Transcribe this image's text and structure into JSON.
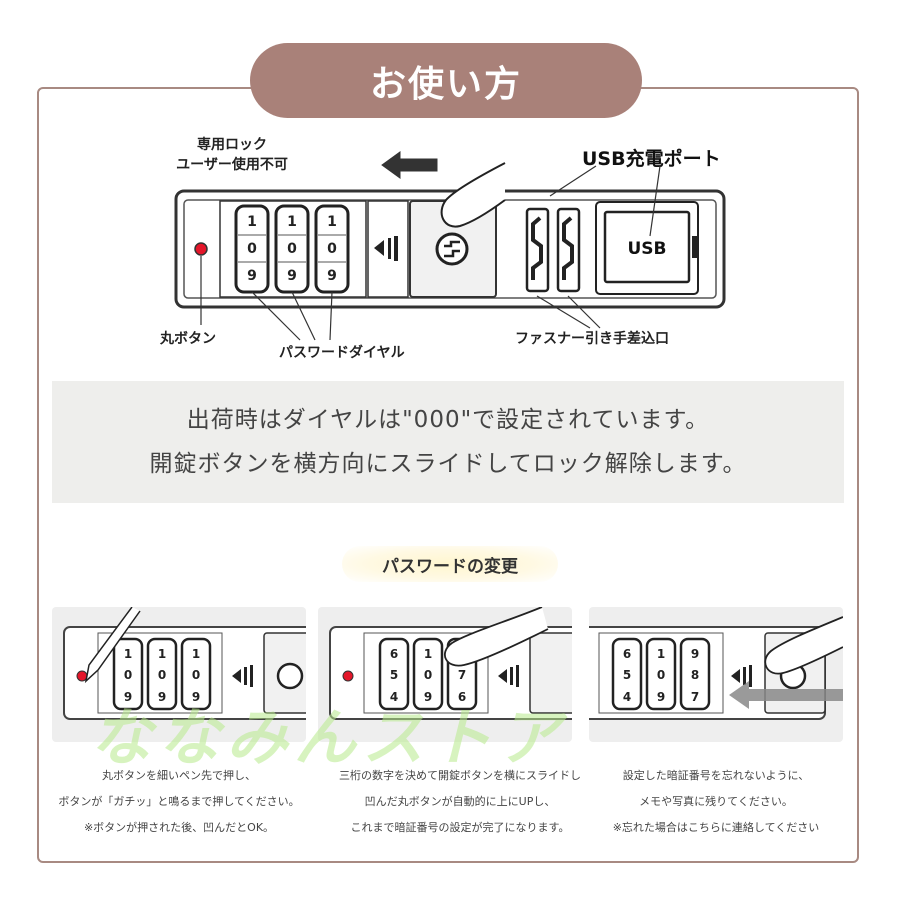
{
  "header": {
    "title": "お使い方"
  },
  "diagram": {
    "label_lock_line1": "専用ロック",
    "label_lock_line2": "ユーザー使用不可",
    "label_usb_port": "USB充電ポート",
    "label_round_button": "丸ボタン",
    "label_dials": "パスワードダイヤル",
    "label_zipper": "ファスナー引き手差込口",
    "usb_text": "USB",
    "dial_digits": [
      [
        "1",
        "0",
        "9"
      ],
      [
        "1",
        "0",
        "9"
      ],
      [
        "1",
        "0",
        "9"
      ]
    ]
  },
  "info": {
    "line1": "出荷時はダイヤルは\"000\"で設定されています。",
    "line2": "開錠ボタンを横方向にスライドしてロック解除します。"
  },
  "section": {
    "heading": "パスワードの変更"
  },
  "steps": [
    {
      "digits": [
        [
          "1",
          "0",
          "9"
        ],
        [
          "1",
          "0",
          "9"
        ],
        [
          "1",
          "0",
          "9"
        ]
      ],
      "line1": "丸ボタンを細いペン先で押し、",
      "line2": "ボタンが「ガチッ」と鳴るまで押してください。",
      "line3": "※ボタンが押された後、凹んだとOK。"
    },
    {
      "digits": [
        [
          "6",
          "5",
          "4"
        ],
        [
          "1",
          "0",
          "9"
        ],
        [
          "8",
          "7",
          "6"
        ]
      ],
      "line1": "三桁の数字を決めて開錠ボタンを横にスライドし",
      "line2": "凹んだ丸ボタンが自動的に上にUPし、",
      "line3": "これまで暗証番号の設定が完了になります。"
    },
    {
      "digits": [
        [
          "6",
          "5",
          "4"
        ],
        [
          "1",
          "0",
          "9"
        ],
        [
          "9",
          "8",
          "7"
        ]
      ],
      "line1": "設定した暗証番号を忘れないように、",
      "line2": "メモや写真に残りてください。",
      "line3": "※忘れた場合はこちらに連絡してください"
    }
  ],
  "watermark": {
    "text": "ななみんストア"
  },
  "colors": {
    "title_bg": "#a98179",
    "frame_border": "#a88a82",
    "info_bg": "#eeeeec",
    "button_red": "#e4162a",
    "watermark": "#b8eb8c"
  }
}
